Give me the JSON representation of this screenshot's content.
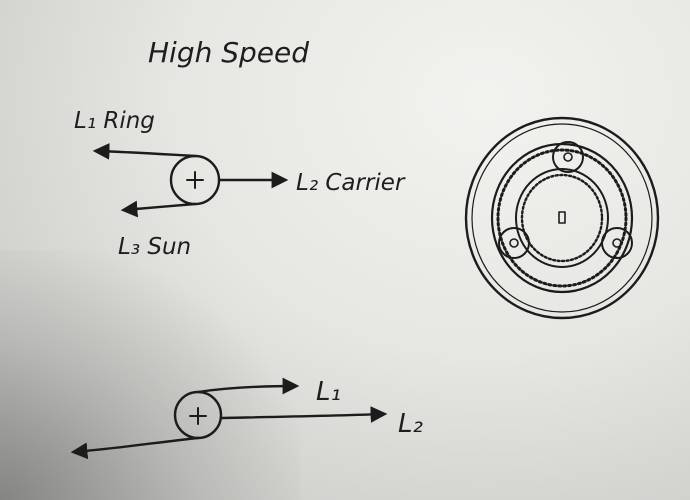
{
  "title": "High Speed",
  "diagram_top": {
    "ring_label": "L₁ Ring",
    "carrier_label": "L₂ Carrier",
    "sun_label": "L₃ Sun"
  },
  "diagram_bottom": {
    "l1_label": "L₁",
    "l2_label": "L₂"
  },
  "gear_sketch": {
    "planet_count": 3
  },
  "ink_color": "#1c1c1c",
  "paper_color": "#e8e8e4"
}
